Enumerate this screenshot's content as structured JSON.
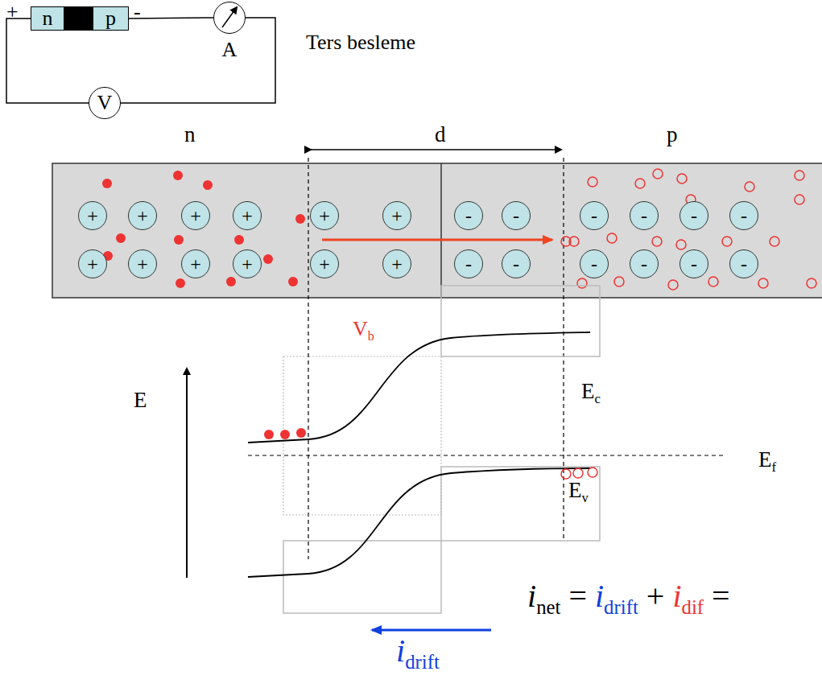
{
  "diagram": {
    "nodes": [
      {
        "text": [
          "n"
        ]
      },
      {
        "text": [
          "p"
        ]
      },
      {
        "text": [
          "A"
        ]
      },
      {
        "text": [
          "V"
        ]
      },
      {
        "text": [
          "+"
        ]
      },
      {
        "text": [
          "+"
        ]
      },
      {
        "text": [
          "+"
        ]
      },
      {
        "text": [
          "+"
        ]
      },
      {
        "text": [
          "+"
        ]
      },
      {
        "text": [
          "+"
        ]
      },
      {
        "text": [
          "-"
        ]
      },
      {
        "text": [
          "-"
        ]
      },
      {
        "text": [
          "-"
        ]
      },
      {
        "text": [
          "-"
        ]
      },
      {
        "text": [
          "-"
        ]
      },
      {
        "text": [
          "-"
        ]
      },
      {
        "text": [
          "+"
        ]
      },
      {
        "text": [
          "+"
        ]
      },
      {
        "text": [
          "+"
        ]
      },
      {
        "text": [
          "+"
        ]
      },
      {
        "text": [
          "+"
        ]
      },
      {
        "text": [
          "+"
        ]
      },
      {
        "text": [
          "-"
        ]
      },
      {
        "text": [
          "-"
        ]
      },
      {
        "text": [
          "-"
        ]
      },
      {
        "text": [
          "-"
        ]
      },
      {
        "text": [
          "-"
        ]
      },
      {
        "text": [
          "-"
        ]
      }
    ],
    "edges": [
      {
        "from": 1,
        "to": 2,
        "arrow": "none"
      },
      {
        "from": 2,
        "to": 3,
        "arrow": "none"
      },
      {
        "from": 3,
        "to": 0,
        "arrow": "none"
      }
    ],
    "labels": [
      "+",
      "-",
      "Ters besleme",
      "n",
      "d",
      "p",
      "V",
      "b",
      "E",
      "E",
      "c",
      "E",
      "f",
      "E",
      "v",
      "i",
      "drift",
      "i",
      "net",
      "=",
      "i",
      "drift",
      "+",
      "i",
      "dif",
      "="
    ]
  }
}
